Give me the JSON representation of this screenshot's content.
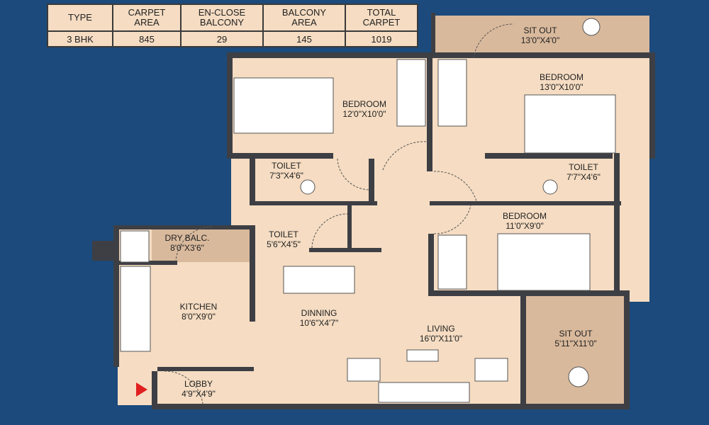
{
  "area_table": {
    "headers": [
      [
        "TYPE"
      ],
      [
        "CARPET",
        "AREA"
      ],
      [
        "EN-CLOSE",
        "BALCONY"
      ],
      [
        "BALCONY",
        "AREA"
      ],
      [
        "TOTAL",
        "CARPET"
      ]
    ],
    "row": [
      "3 BHK",
      "845",
      "29",
      "145",
      "1019"
    ]
  },
  "rooms": {
    "sitout_top": {
      "name": "SIT OUT",
      "size": "13'0\"X4'0\""
    },
    "bedroom_top_right": {
      "name": "BEDROOM",
      "size": "13'0\"X10'0\""
    },
    "bedroom_left": {
      "name": "BEDROOM",
      "size": "12'0\"X10'0\""
    },
    "toilet_left": {
      "name": "TOILET",
      "size": "7'3\"X4'6\""
    },
    "toilet_right": {
      "name": "TOILET",
      "size": "7'7\"X4'6\""
    },
    "dry_balc": {
      "name": "DRY BALC.",
      "size": "8'0\"X3'6\""
    },
    "toilet_small": {
      "name": "TOILET",
      "size": "5'6\"X4'5\""
    },
    "bedroom_mid_right": {
      "name": "BEDROOM",
      "size": "11'0\"X9'0\""
    },
    "kitchen": {
      "name": "KITCHEN",
      "size": "8'0\"X9'0\""
    },
    "dinning": {
      "name": "DINNING",
      "size": "10'6\"X4'7\""
    },
    "living": {
      "name": "LIVING",
      "size": "16'0\"X11'0\""
    },
    "sitout_right": {
      "name": "SIT OUT",
      "size": "5'11\"X11'0\""
    },
    "lobby": {
      "name": "LOBBY",
      "size": "4'9\"X4'9\""
    }
  },
  "colors": {
    "background": "#1c4a7c",
    "floor": "#f5dcc2",
    "balcony": "#d9b99c",
    "wall": "#3d3f44",
    "entry_arrow": "#e02020"
  }
}
